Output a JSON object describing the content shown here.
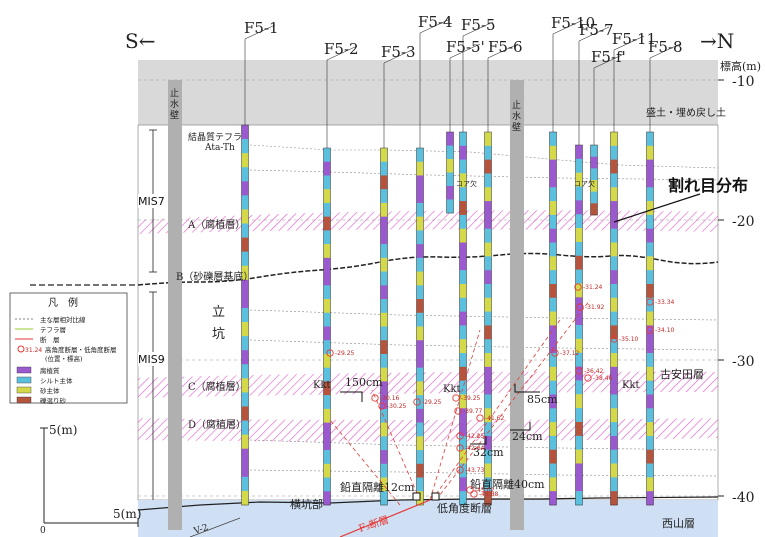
{
  "direction": {
    "south": "S←",
    "north": "→N"
  },
  "boreholes": [
    "F5-1",
    "F5-2",
    "F5-3",
    "F5-4",
    "F5-5'",
    "F5-5",
    "F5-6",
    "F5-10",
    "F5-7",
    "F5-f'",
    "F5-11",
    "F5-8"
  ],
  "elevation_axis": {
    "label": "標高(m)",
    "ticks": [
      "-10",
      "-20",
      "-30",
      "-40"
    ]
  },
  "layers": {
    "fill": "盛土・埋め戻し土",
    "crystal_tephra": "結晶質テフラ",
    "ata_th": "Ata-Th",
    "A": "A（腐植層）",
    "B": "B（砂礫層基底）",
    "C": "C（腐植層）",
    "D": "D（腐植層）",
    "furuyasuda": "古安田層",
    "nishiyama": "西山層"
  },
  "labels": {
    "mis7": "MIS7",
    "mis9": "MIS9",
    "shaft": "立\n坑",
    "shaft_chars": [
      "立",
      "坑"
    ],
    "cutoff_wall": "止水壁",
    "cutoff_wall_chars": [
      "止",
      "水",
      "壁"
    ],
    "crack_dist": "割れ目分布",
    "shaft_bottom": "横坑部",
    "low_angle_fault": "低角度断層",
    "fault_f3": "F₃断層",
    "fault_v2": "V-2",
    "core_missing": "コア欠"
  },
  "annotations": {
    "kkt1": "Kkt",
    "kkt2": "Kkt",
    "kkt3": "Kkt",
    "offset_150": "150cm",
    "offset_85": "85cm",
    "offset_24": "24cm",
    "offset_32": "32cm",
    "vert_sep_12": "鉛直隔離12cm",
    "vert_sep_40": "鉛直隔離40cm"
  },
  "fault_elevations": [
    "-29.25",
    "-30.16",
    "-29.25",
    "-30.25",
    "-31.24",
    "-31.92",
    "-33.34",
    "-34.10",
    "-35.10",
    "-37.12",
    "-36.42",
    "-38.46",
    "-39.25",
    "-39.77",
    "-41.62",
    "-42.25",
    "-42.64",
    "-43.73",
    "-45.02",
    "-45.88"
  ],
  "scale": {
    "v": "5(m)",
    "h": "5(m)",
    "zero": "0"
  },
  "legend": {
    "title": "凡　例",
    "items": [
      {
        "label": "主な層相対比線",
        "kind": "dotted",
        "color": "#888888"
      },
      {
        "label": "テフラ層",
        "kind": "line",
        "color": "#9acd32"
      },
      {
        "label": "断　層",
        "kind": "line",
        "color": "#e53935"
      },
      {
        "label": "31.24  高角度断層・低角度断層\n(位置・標高)",
        "kind": "circle",
        "color": "#e53935"
      },
      {
        "label": "腐植質",
        "kind": "box",
        "color": "#9b59d0"
      },
      {
        "label": "シルト主体",
        "kind": "box",
        "color": "#5bc0de"
      },
      {
        "label": "砂主体",
        "kind": "box",
        "color": "#d4d94a"
      },
      {
        "label": "礫混り砂",
        "kind": "box",
        "color": "#b5533c"
      }
    ],
    "fault_label_num": "31.24",
    "fault_label_lines": [
      "高角度断層・低角度断層",
      "(位置・標高)"
    ]
  }
}
